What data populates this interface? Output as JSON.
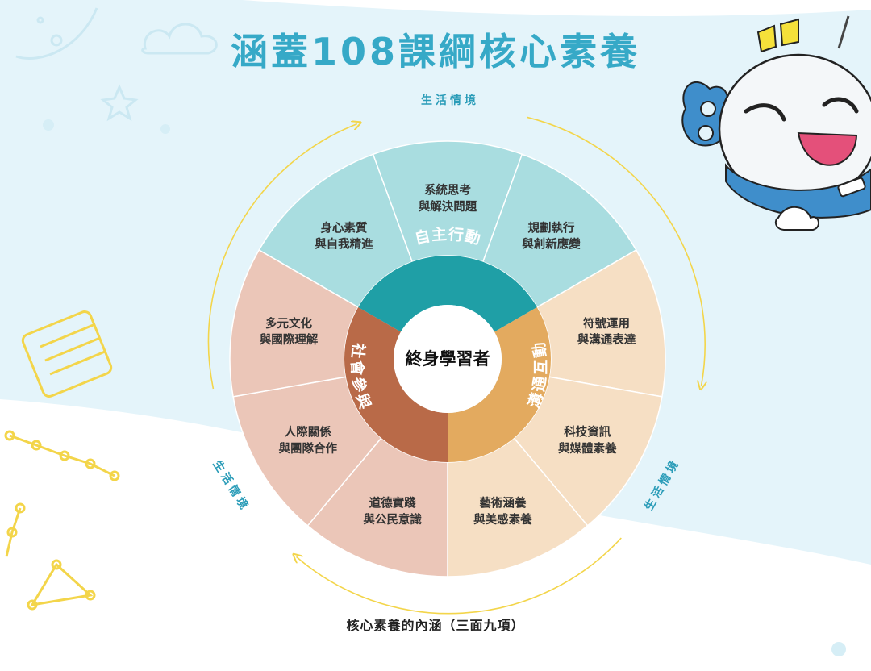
{
  "title": "涵蓋108課綱核心素養",
  "caption": "核心素養的內涵（三面九項）",
  "center": "終身學習者",
  "context_label": "生活情境",
  "colors": {
    "title": "#36a9c7",
    "autonomous_core": "#1f9fa6",
    "autonomous_segment": "#a9dde0",
    "communication_core": "#e3aa5f",
    "communication_segment": "#f6dfc4",
    "social_core": "#b96a48",
    "social_segment": "#ebc6b8",
    "arrow": "#f3d54a",
    "background": "#e4f4fa"
  },
  "dimensions": [
    {
      "name": "自主行動",
      "items": [
        {
          "line1": "身心素質",
          "line2": "與自我精進"
        },
        {
          "line1": "系統思考",
          "line2": "與解決問題"
        },
        {
          "line1": "規劃執行",
          "line2": "與創新應變"
        }
      ]
    },
    {
      "name": "溝通互動",
      "items": [
        {
          "line1": "符號運用",
          "line2": "與溝通表達"
        },
        {
          "line1": "科技資訊",
          "line2": "與媒體素養"
        },
        {
          "line1": "藝術涵養",
          "line2": "與美感素養"
        }
      ]
    },
    {
      "name": "社會參與",
      "items": [
        {
          "line1": "道德實踐",
          "line2": "與公民意識"
        },
        {
          "line1": "人際關係",
          "line2": "與團隊合作"
        },
        {
          "line1": "多元文化",
          "line2": "與國際理解"
        }
      ]
    }
  ]
}
